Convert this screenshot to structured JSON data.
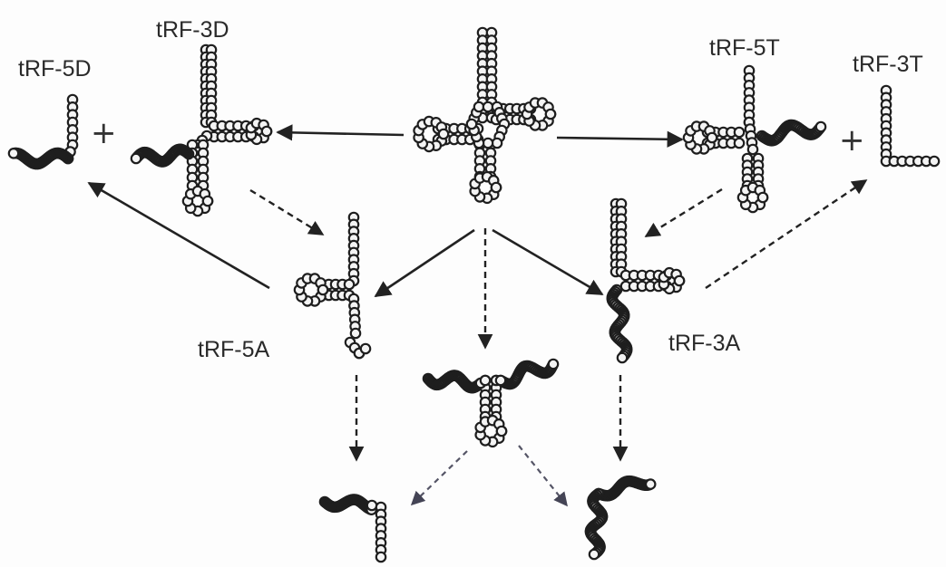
{
  "labels": {
    "trf_5d": "tRF-5D",
    "trf_3d": "tRF-3D",
    "trf_5t": "tRF-5T",
    "trf_3t": "tRF-3T",
    "trf_5a": "tRF-5A",
    "trf_3a": "tRF-3A"
  },
  "plus_sign": "+"
}
